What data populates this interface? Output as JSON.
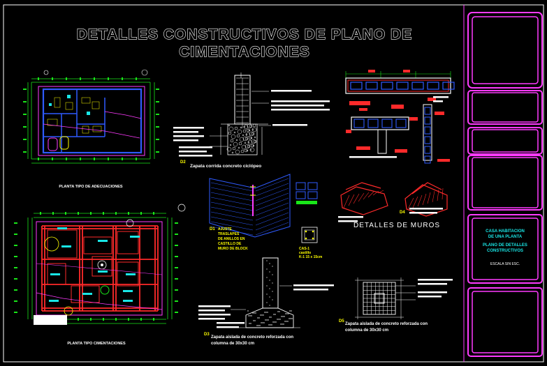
{
  "drawing": {
    "title_line1": "DETALLES CONSTRUCTIVOS DE PLANO DE",
    "title_line2": "CIMENTACIONES",
    "plan_adecuaciones_label": "PLANTA TIPO DE ADECUACIONES",
    "plan_cimentaciones_label": "PLANTA TIPO CIMENTACIONES",
    "detalles_muros_label": "DETALLES  DE  MUROS",
    "zapata_corrida_label": "Zapata corrida concreto ciclópeo",
    "zapata_corrida_num": "D2",
    "zapata_aislada_label_1": "Zapata aislada de concreto reforzada con",
    "zapata_aislada_label_2": "columna de 30x30 cm",
    "zapata_aislada_num": "D3",
    "zapata_cuadrada_label_1": "Zapata aislada de concreto reforzada con",
    "zapata_cuadrada_label_2": "columna de 30x30 cm",
    "zapata_cuadrada_num": "D5",
    "ajuste_num": "D1",
    "ajuste_lines": [
      "AJUSTE",
      "TRASLAPES",
      "DE ANILLOS EN",
      "CASTILLO DE",
      "MURO DE BLOCK"
    ],
    "muros_num": "D4",
    "castillo_note_1": "castillo",
    "castillo_note_2": "K-1  15 x 15cm",
    "castillo_note_num": "CAS-1"
  },
  "title_block": {
    "line1": "CASA HABITACION",
    "line2": "DE UNA PLANTA",
    "line3": "PLANO DE DETALLES",
    "line4": "CONSTRUCTIVOS",
    "scale": "ESCALA SIN ESC."
  },
  "colors": {
    "background": "#000000",
    "frame": "#ff3bff",
    "green": "#19e619",
    "red": "#ff2a2a",
    "blue": "#2f5bff",
    "cyan": "#19e6e6",
    "yellow": "#ffff00",
    "magenta": "#ff3bff"
  }
}
